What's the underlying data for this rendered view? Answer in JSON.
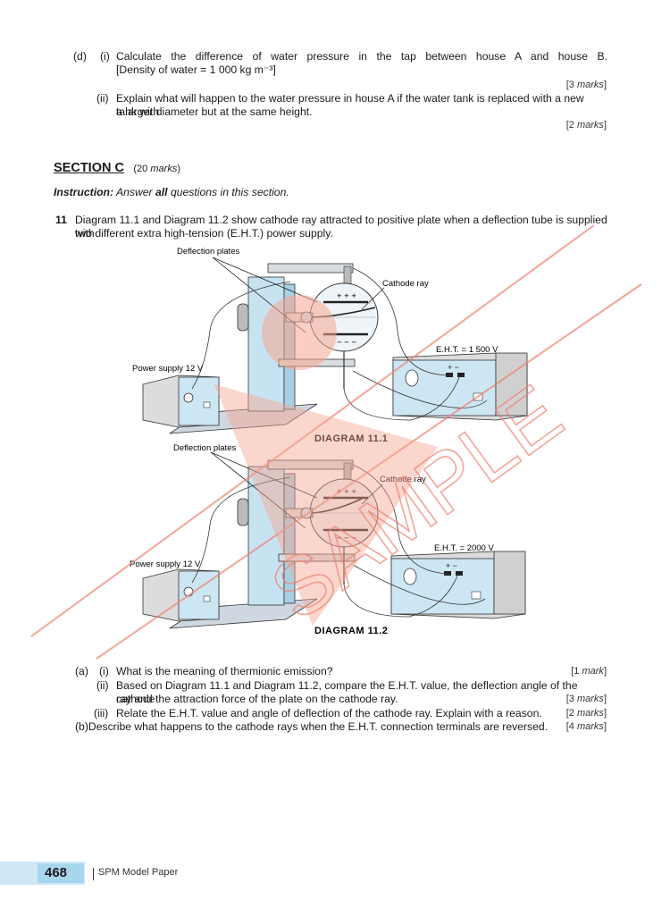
{
  "q_d": {
    "label": "(d)",
    "i_label": "(i)",
    "i_text": "Calculate the difference of water pressure in the tap between house A and house B.",
    "i_text_line2": "[Density of water = 1 000 kg m⁻³]",
    "i_marks_num": "[3 ",
    "i_marks_word": "marks",
    "i_marks_end": "]",
    "ii_label": "(ii)",
    "ii_text_line1": "Explain what will happen to the water pressure in house A if the water tank is replaced with a new tank with",
    "ii_text_line2": "a larger diameter but at the same height.",
    "ii_marks_num": "[2 ",
    "ii_marks_word": "marks",
    "ii_marks_end": "]"
  },
  "section": {
    "title": "SECTION C",
    "marks": "(20 ",
    "marks_word": "marks",
    "marks_end": ")",
    "instruction_label": "Instruction:",
    "instruction_pre": " Answer ",
    "instruction_bold": "all",
    "instruction_post": " questions in this section."
  },
  "q11": {
    "number": "11",
    "text_line1": "Diagram 11.1 and Diagram 11.2 show cathode ray attracted to positive plate when a deflection tube is supplied with",
    "text_line2": "two different extra high-tension (E.H.T.) power supply."
  },
  "diagram1": {
    "deflection_plates": "Deflection plates",
    "cathode_ray": "Cathode ray",
    "eht": "E.H.T. = 1 500 V",
    "power_supply": "Power supply 12 V",
    "caption": "DIAGRAM 11.1",
    "plus_signs": "+ + +",
    "minus_signs": "− − −",
    "terminals": "+ −"
  },
  "diagram2": {
    "deflection_plates": "Deflection plates",
    "cathode_ray": "Cathode ray",
    "eht": "E.H.T. = 2000 V",
    "power_supply": "Power supply 12 V",
    "caption": "DIAGRAM 11.2",
    "plus_signs": "+ + +",
    "minus_signs": "− − −",
    "terminals": "+ −"
  },
  "questions_a": [
    {
      "label": "(a)",
      "sub": "(i)",
      "text": "What is the meaning of thermionic emission?",
      "marks_num": "[1 ",
      "marks_word": "mark",
      "marks_end": "]"
    },
    {
      "label": "",
      "sub": "(ii)",
      "text": "Based on Diagram 11.1 and Diagram 11.2, compare the E.H.T. value, the deflection angle of the cathode",
      "text2": "ray and the attraction force of the plate on the cathode ray.",
      "marks_num": "[3 ",
      "marks_word": "marks",
      "marks_end": "]"
    },
    {
      "label": "",
      "sub": "(iii)",
      "text": "Relate the E.H.T. value and angle of deflection of the cathode ray. Explain with a reason.",
      "marks_num": "[2 ",
      "marks_word": "marks",
      "marks_end": "]"
    }
  ],
  "question_b": {
    "label": "(b)",
    "text": "Describe what happens to the cathode rays when the E.H.T. connection terminals are reversed.",
    "marks_num": "[4 ",
    "marks_word": "marks",
    "marks_end": "]"
  },
  "watermark": {
    "text": "SAMPLE",
    "color": "#f08070"
  },
  "footer": {
    "page_number": "468",
    "title": "SPM Model Paper",
    "tab_color": "#cfe8f5"
  }
}
